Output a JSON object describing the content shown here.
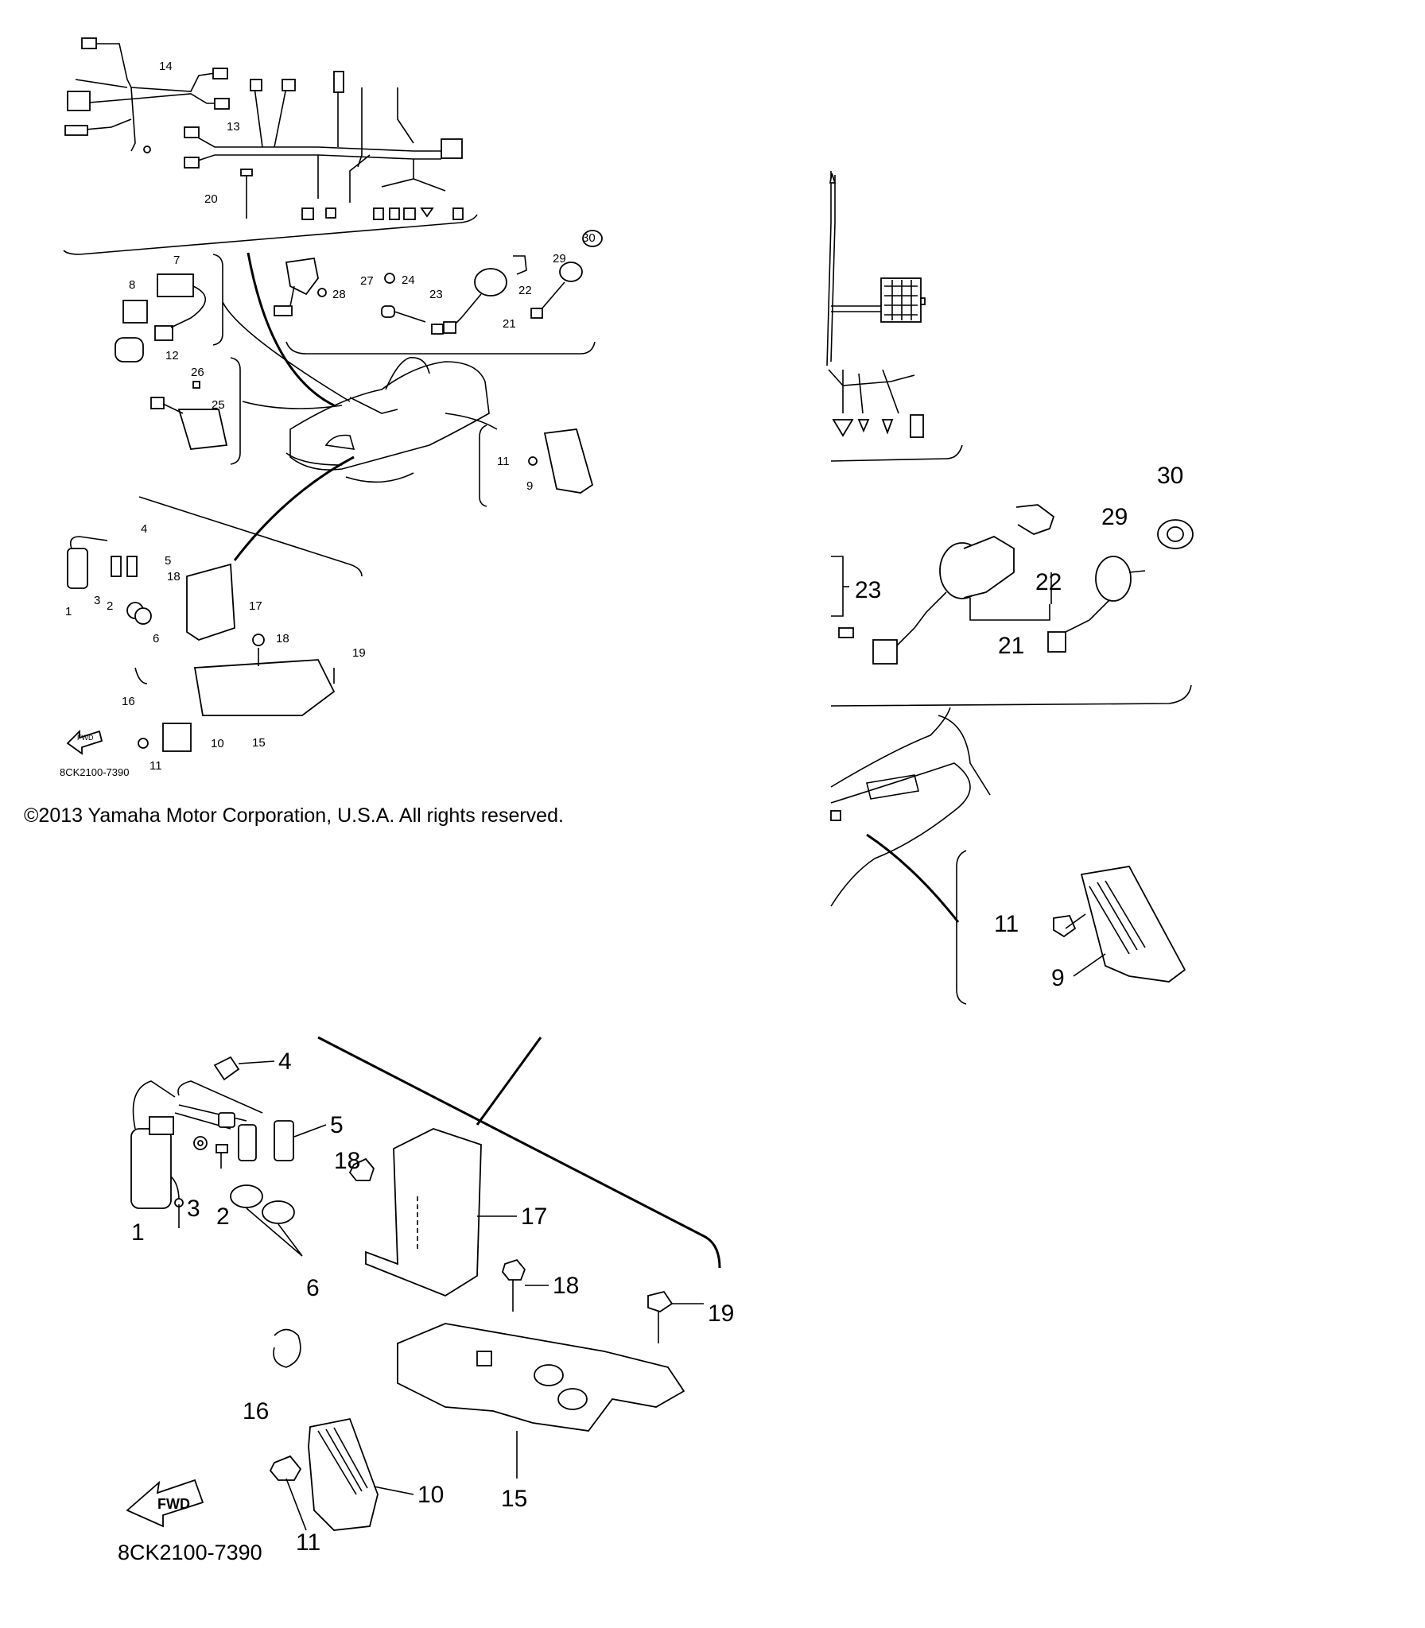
{
  "copyright": "©2013 Yamaha Motor Corporation, U.S.A. All rights reserved.",
  "diagram_code": "8CK2100-7390",
  "fwd_label": "FWD",
  "callouts": {
    "overview": [
      "14",
      "13",
      "20",
      "7",
      "8",
      "12",
      "27",
      "28",
      "24",
      "23",
      "22",
      "21",
      "29",
      "30",
      "26",
      "25",
      "11",
      "9",
      "4",
      "5",
      "18",
      "17",
      "1",
      "3",
      "2",
      "6",
      "19",
      "16",
      "15",
      "10",
      "11"
    ],
    "detail_right": [
      "30",
      "29",
      "23",
      "22",
      "21",
      "11",
      "9"
    ],
    "detail_bottom": [
      "4",
      "5",
      "18",
      "17",
      "1",
      "3",
      "2",
      "6",
      "18",
      "19",
      "16",
      "10",
      "15",
      "11"
    ]
  }
}
